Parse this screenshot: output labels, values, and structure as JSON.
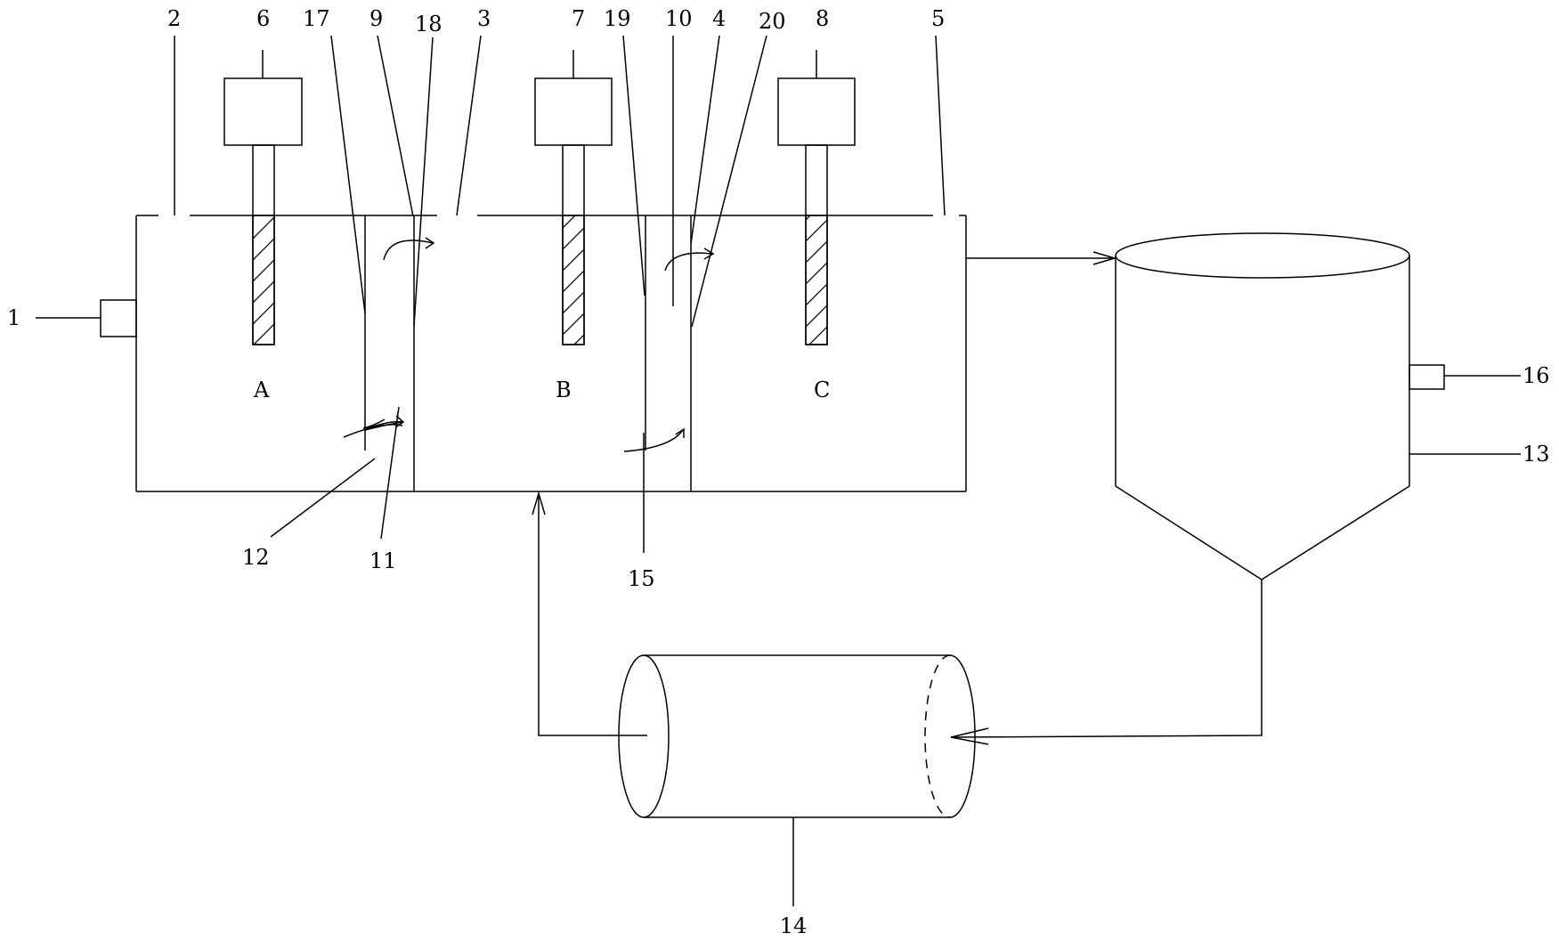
{
  "zones": {
    "a": "A",
    "b": "B",
    "c": "C"
  },
  "labels": {
    "n1": "1",
    "n2": "2",
    "n3": "3",
    "n4": "4",
    "n5": "5",
    "n6": "6",
    "n7": "7",
    "n8": "8",
    "n9": "9",
    "n10": "10",
    "n11": "11",
    "n12": "12",
    "n13": "13",
    "n14": "14",
    "n15": "15",
    "n16": "16",
    "n17": "17",
    "n18": "18",
    "n19": "19",
    "n20": "20"
  }
}
